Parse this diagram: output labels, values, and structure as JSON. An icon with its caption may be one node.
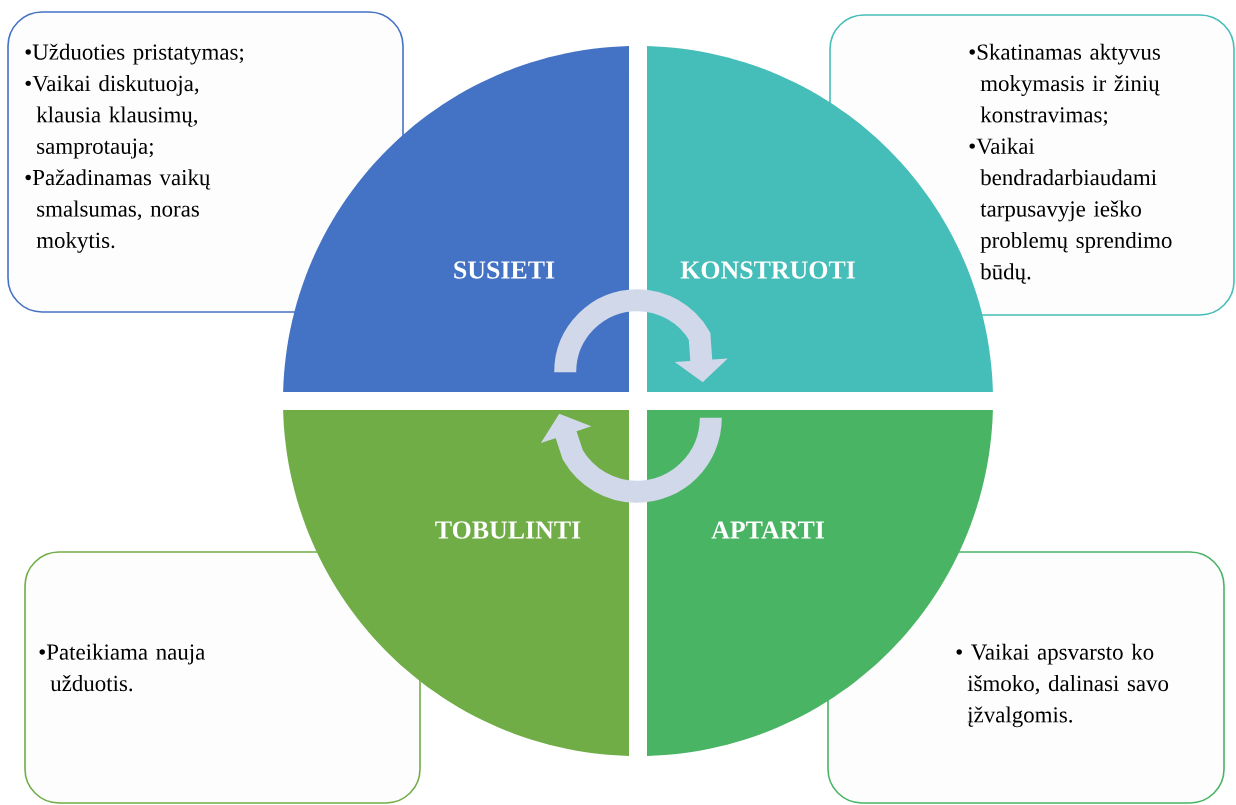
{
  "diagram": {
    "nodes": [
      {
        "text": [
          "SUSIETI"
        ]
      },
      {
        "text": [
          "KONSTRUOTI"
        ]
      },
      {
        "text": [
          "APTARTI"
        ]
      },
      {
        "text": [
          "TOBULINTI"
        ]
      },
      {
        "text": [
          "•Užduoties pristatymas;",
          "•Vaikai diskutuoja, klausia klausimų, samprotauja;",
          "•Pažadinamas vaikų smalsumas, noras mokytis."
        ]
      },
      {
        "text": [
          "•Skatinamas aktyvus mokymasis ir žinių konstravimas;",
          "•Vaikai bendradarbiaudami tarpusavyje ieško problemų sprendimo būdų."
        ]
      },
      {
        "text": [
          "• Vaikai apsvarsto ko išmoko, dalinasi savo įžvalgomis."
        ]
      },
      {
        "text": [
          "•Pateikiama nauja užduotis."
        ]
      }
    ],
    "edges": [
      {
        "from": 0,
        "to": 1,
        "arrow": "to"
      },
      {
        "from": 2,
        "to": 3,
        "arrow": "to"
      }
    ]
  }
}
